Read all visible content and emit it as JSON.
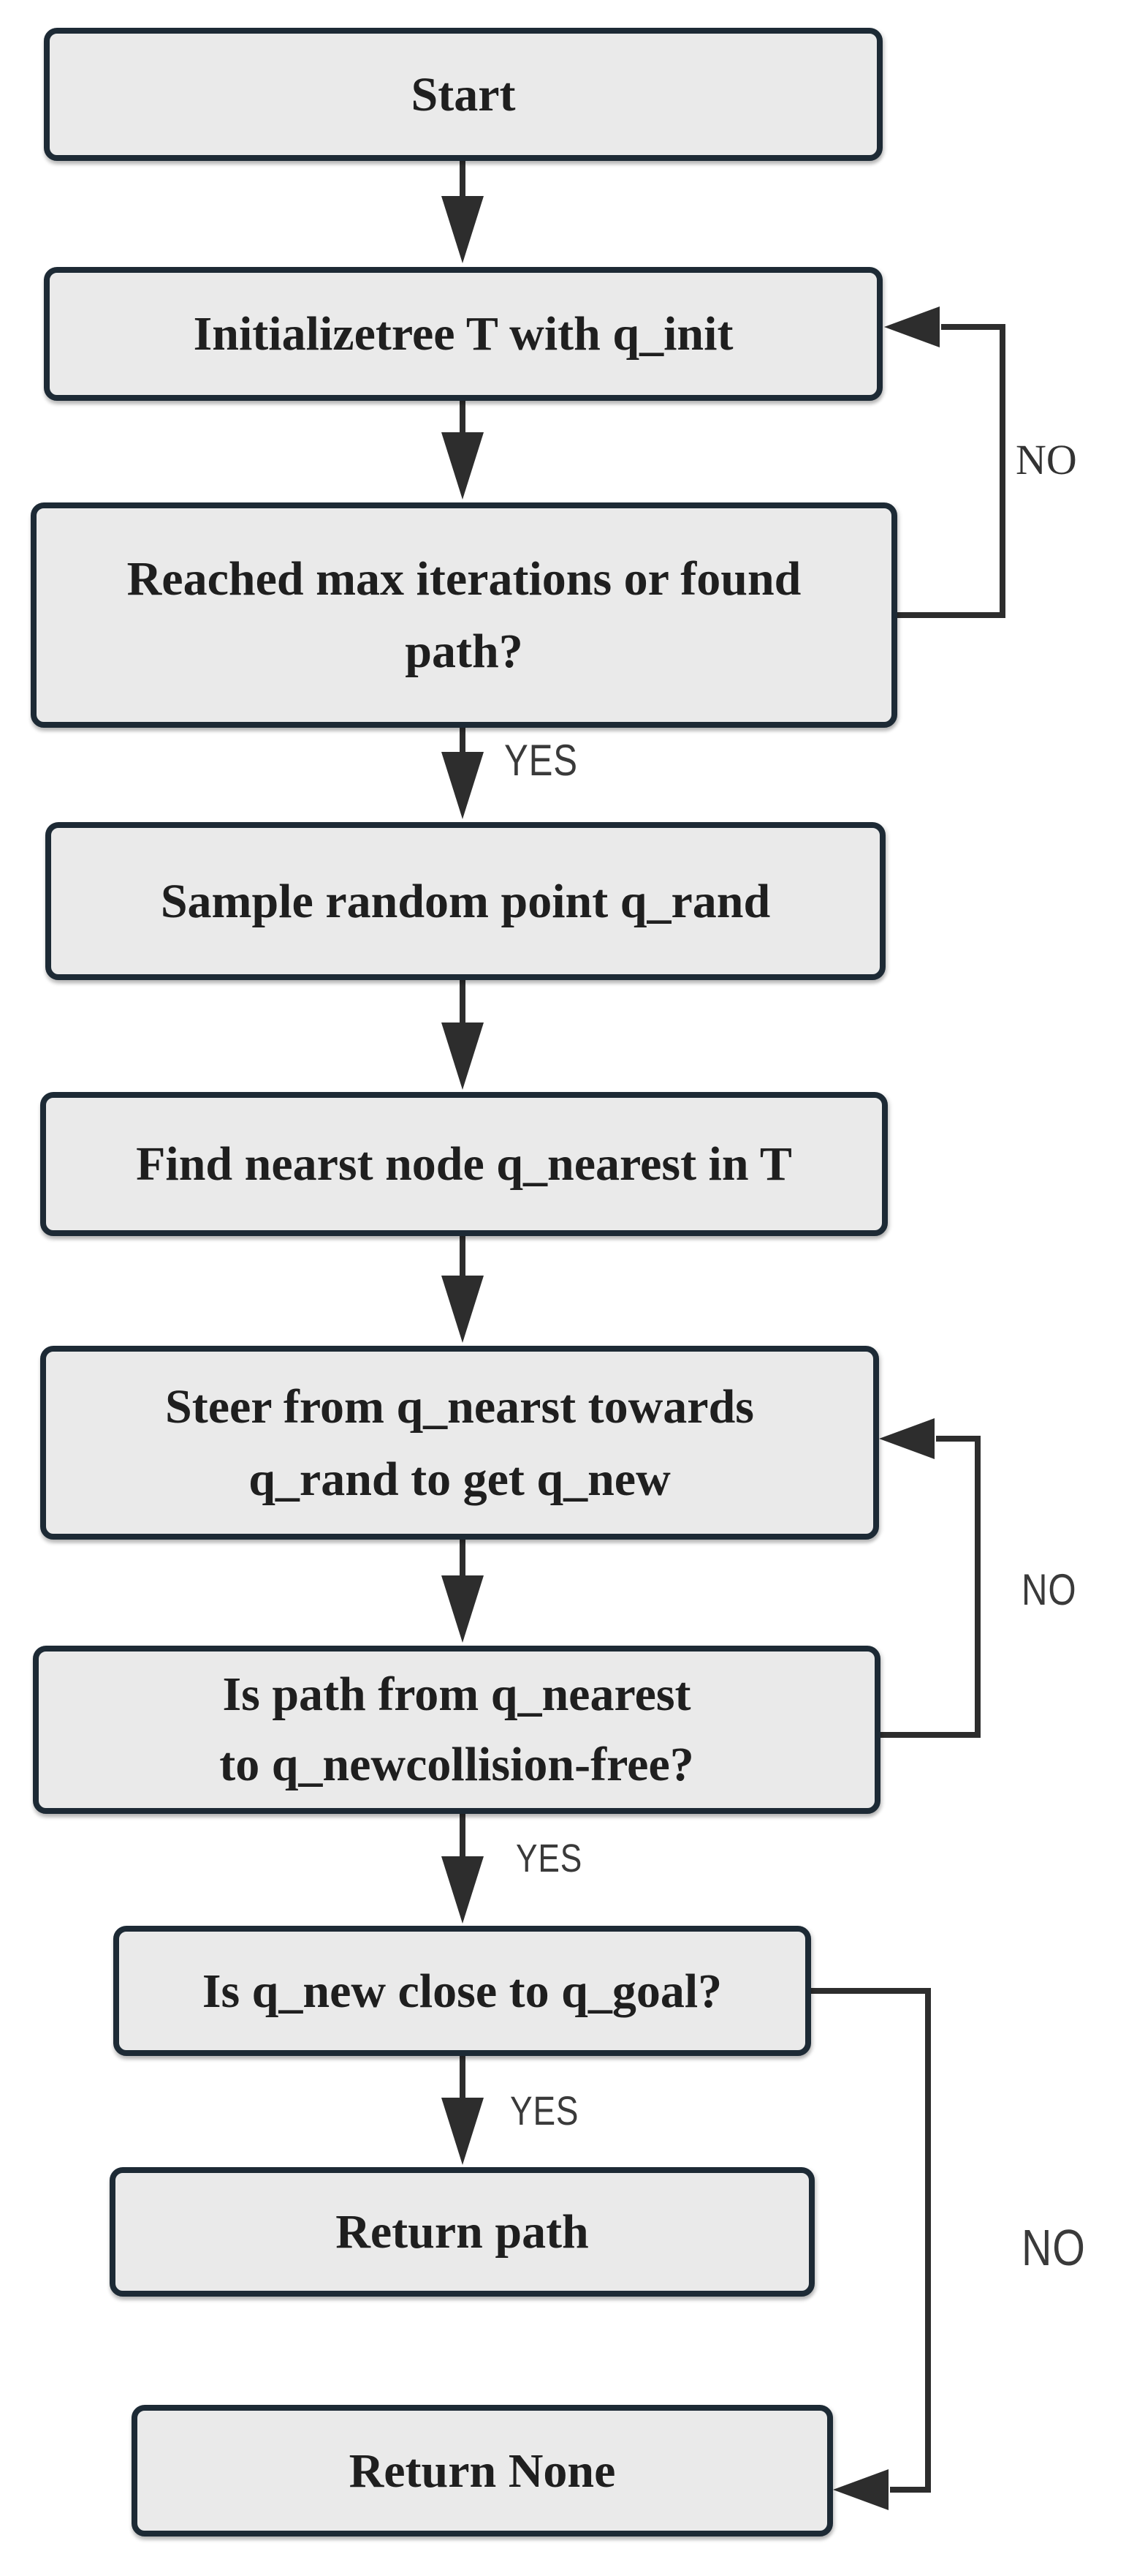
{
  "flow": {
    "nodes": {
      "start": "Start",
      "init": "Initializetree T with q_init",
      "iteration_check": "Reached max iterations or found\npath?",
      "sample": "Sample random point q_rand",
      "find_nearest": "Find nearst node q_nearest in T",
      "steer": "Steer from q_nearst towards\nq_rand to get q_new",
      "collision_check": "Is path from q_nearest\nto q_newcollision-free?",
      "goal_check": "Is q_new close to q_goal?",
      "return_path": "Return path",
      "return_none": "Return None"
    },
    "labels": {
      "no_to_init": "NO",
      "yes_to_sample": "YES",
      "no_to_steer": "NO",
      "yes_to_goal_check": "YES",
      "yes_to_return_path": "YES",
      "no_to_return_none": "NO"
    },
    "colors": {
      "box_fill": "#eaeaea",
      "box_border": "#1d2a35",
      "node_text": "#1f1f1f",
      "arrow": "#2d2d2d",
      "label_text": "#3a3a3a"
    }
  }
}
